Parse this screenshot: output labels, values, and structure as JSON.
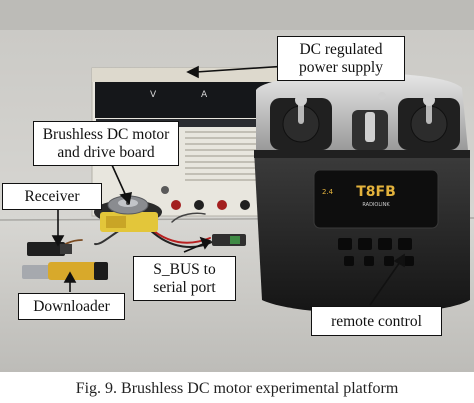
{
  "labels": {
    "power_supply": [
      "DC regulated",
      "power supply"
    ],
    "motor": [
      "Brushless DC motor",
      "and drive board"
    ],
    "receiver": "Receiver",
    "sbus": [
      "S_BUS to",
      "serial port"
    ],
    "downloader": "Downloader",
    "remote": "remote control"
  },
  "device_text": {
    "model": "T8FB",
    "system": "RADIOLINK",
    "channel": "2.4",
    "panel_v": "V",
    "panel_a": "A"
  },
  "caption": "Fig. 9. Brushless DC motor experimental platform"
}
